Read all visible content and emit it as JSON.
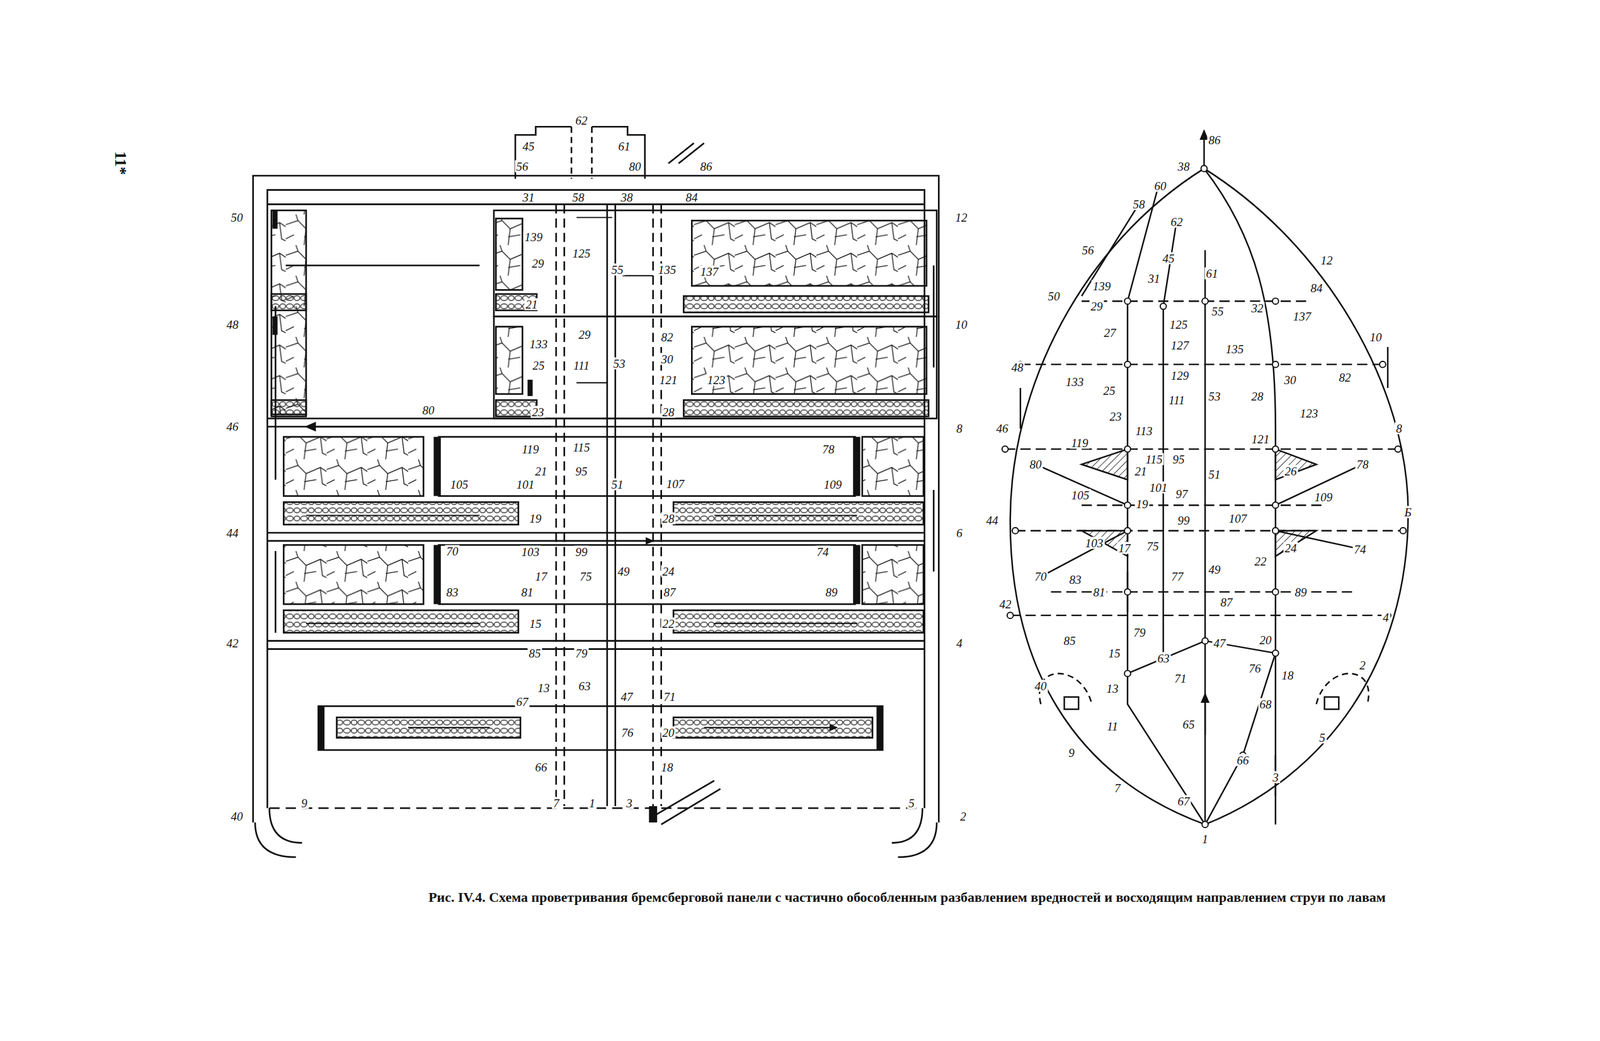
{
  "diagram": {
    "caption": "Рис. IV.4. Схема проветривания бремсберговой панели с частично обособленным разбавлением вредностей и восходящим направлением струи по лавам",
    "labels": [
      "11*",
      "45",
      "62",
      "61",
      "56",
      "80",
      "86",
      "50",
      "31",
      "58",
      "38",
      "84",
      "12",
      "139",
      "125",
      "29",
      "55",
      "135",
      "137",
      "21",
      "48",
      "133",
      "29",
      "82",
      "10",
      "25",
      "111",
      "53",
      "30",
      "121",
      "123",
      "23",
      "28",
      "80",
      "46",
      "8",
      "119",
      "115",
      "21",
      "95",
      "78",
      "105",
      "101",
      "51",
      "107",
      "109",
      "19",
      "28",
      "44",
      "6",
      "103",
      "99",
      "70",
      "74",
      "75",
      "49",
      "24",
      "17",
      "83",
      "81",
      "87",
      "89",
      "15",
      "22",
      "42",
      "4",
      "85",
      "79",
      "13",
      "63",
      "47",
      "71",
      "67",
      "76",
      "20",
      "66",
      "18",
      "7",
      "1",
      "3",
      "9",
      "5",
      "40",
      "2",
      "86",
      "38",
      "60",
      "58",
      "62",
      "56",
      "45",
      "12",
      "139",
      "31",
      "61",
      "84",
      "50",
      "29",
      "55",
      "32",
      "125",
      "27",
      "137",
      "127",
      "135",
      "10",
      "48",
      "133",
      "25",
      "129",
      "111",
      "53",
      "28",
      "30",
      "82",
      "123",
      "23",
      "113",
      "121",
      "8",
      "46",
      "119",
      "80",
      "115",
      "95",
      "51",
      "21",
      "26",
      "78",
      "101",
      "97",
      "105",
      "109",
      "19",
      "99",
      "107",
      "Б",
      "44",
      "103",
      "17",
      "75",
      "49",
      "22",
      "24",
      "74",
      "70",
      "83",
      "81",
      "77",
      "87",
      "89",
      "42",
      "4",
      "79",
      "47",
      "85",
      "20",
      "15",
      "63",
      "71",
      "76",
      "2",
      "18",
      "13",
      "40",
      "68",
      "65",
      "11",
      "5",
      "9",
      "66",
      "7",
      "3",
      "67",
      "1"
    ]
  }
}
